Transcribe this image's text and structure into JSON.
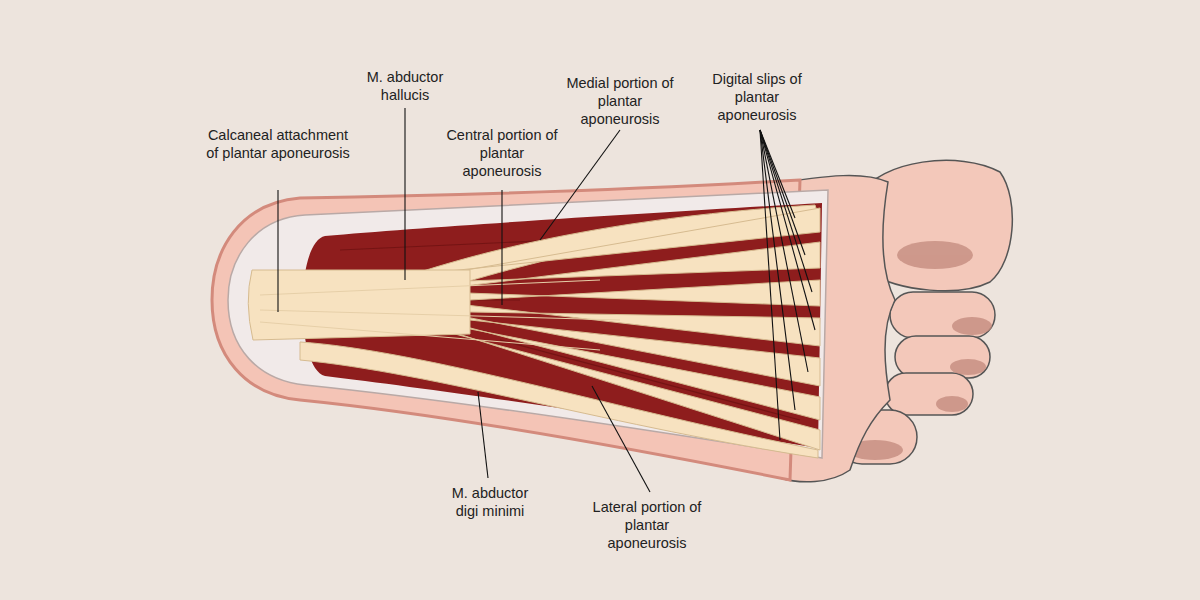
{
  "diagram": {
    "labels": [
      "Calcaneal attachment of plantar aponeurosis",
      "M. abductor hallucis",
      "Central portion of plantar aponeurosis",
      "Medial portion of plantar aponeurosis",
      "Digital slips of plantar aponeurosis",
      "M. abductor digi minimi",
      "Lateral portion of plantar aponeurosis"
    ]
  }
}
